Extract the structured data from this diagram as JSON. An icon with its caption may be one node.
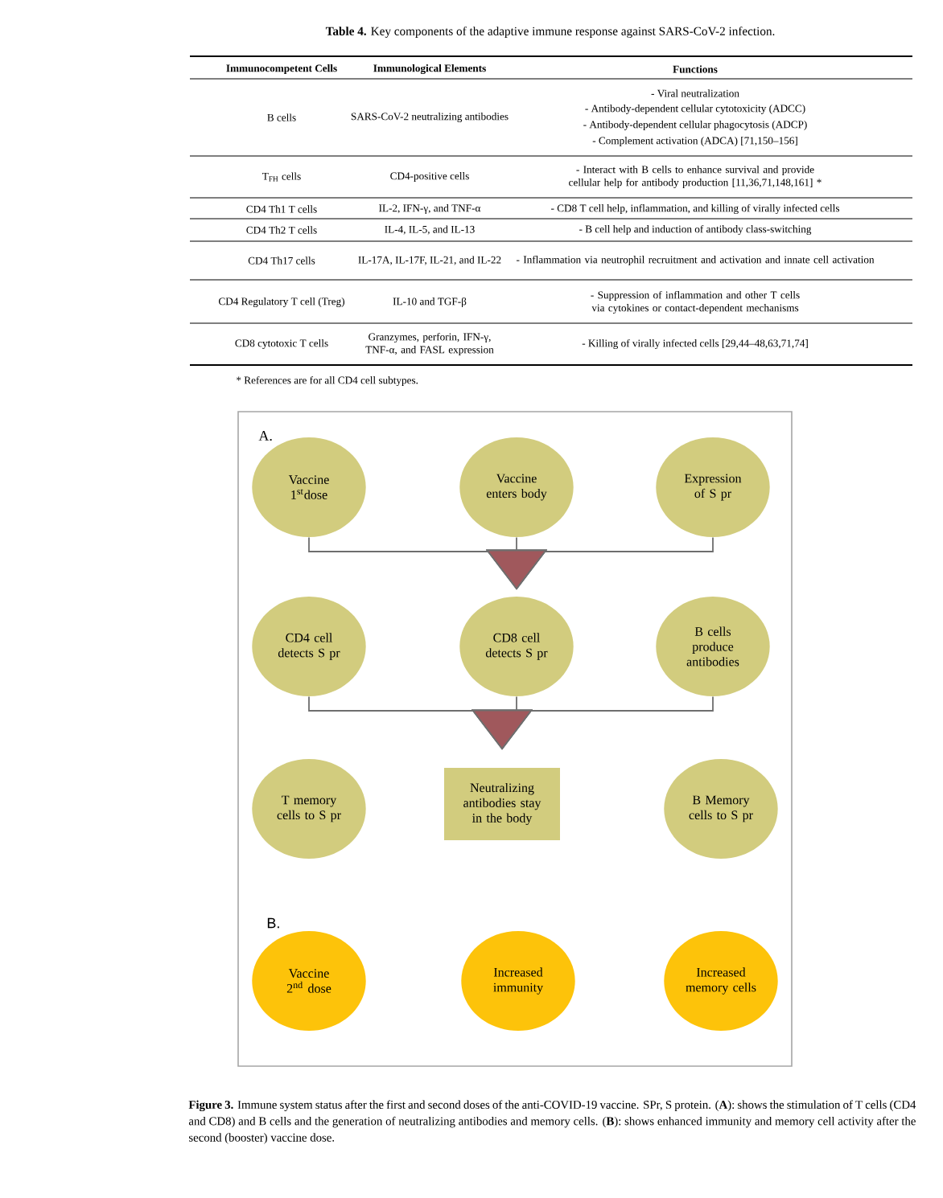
{
  "diagram": {
    "title": "**Table 4.** Key components of the adaptive immune response against SARS-CoV-2 infection.",
    "caption": "**Figure 3.** Immune system status after the first and second doses of the anti-COVID-19 vaccine. SPr, S protein. (**A**): shows the stimulation of T cells (CD4 and CD8) and B cells and the generation of neutralizing antibodies and memory cells. (**B**): shows enhanced immunity and memory cell activity after the second (booster) vaccine dose.",
    "nodes": [
      {
        "text": [
          "Vaccine 1$^{st}$dose"
        ]
      },
      {
        "text": [
          "Vaccine enters body"
        ]
      },
      {
        "text": [
          "Expression of S pr"
        ]
      },
      {
        "text": [
          "CD4 cell detects S pr"
        ]
      },
      {
        "text": [
          "CD8 cell detects S pr"
        ]
      },
      {
        "text": [
          "B cells produce antibodies"
        ]
      },
      {
        "text": [
          "T memory cells to S pr"
        ]
      },
      {
        "text": [
          "Neutralizing antibodies stay in the body"
        ]
      },
      {
        "text": [
          "B Memory cells to S pr"
        ]
      },
      {
        "text": [
          "Vaccine 2$^{nd}$ dose"
        ]
      },
      {
        "text": [
          "Increased immunity"
        ]
      },
      {
        "text": [
          "Increased memory cells"
        ]
      }
    ],
    "edges": [
      {
        "from": 0,
        "to": 4,
        "arrow": "to"
      },
      {
        "from": 1,
        "to": 4,
        "arrow": "to"
      },
      {
        "from": 2,
        "to": 4,
        "arrow": "to"
      },
      {
        "from": 3,
        "to": 7,
        "arrow": "to"
      },
      {
        "from": 4,
        "to": 7,
        "arrow": "to"
      },
      {
        "from": 5,
        "to": 7,
        "arrow": "to"
      }
    ],
    "labels": [
      "Immunocompetent Cells",
      "Immunological Elements",
      "Functions",
      "B cells",
      "SARS-CoV-2 neutralizing antibodies",
      "- Viral neutralization",
      "- Antibody-dependent cellular cytotoxicity (ADCC)",
      "- Antibody-dependent cellular phagocytosis (ADCP)",
      "- Complement activation (ADCA) [71,150–156]",
      "T$_{FH}$ cells",
      "CD4-positive cells",
      "- Interact with B cells to enhance survival and provide cellular help for antibody production [11,36,71,148,161] *",
      "CD4 Th1 T cells",
      "IL-2, IFN-γ, and TNF-α",
      "- CD8 T cell help, inflammation, and killing of virally infected cells",
      "CD4 Th2 T cells",
      "IL-4, IL-5, and IL-13",
      "- B cell help and induction of antibody class-switching",
      "CD4 Th17 cells",
      "IL-17A, IL-17F, IL-21, and IL-22",
      "- Inflammation via neutrophil recruitment and activation and innate cell activation",
      "CD4 Regulatory T cell (Treg)",
      "IL-10 and TGF-β",
      "- Suppression of inflammation and other T cells via cytokines or contact-dependent mechanisms",
      "CD8 cytotoxic T cells",
      "Granzymes, perforin, IFN-γ, TNF-α, and FASL expression",
      "- Killing of virally infected cells [29,44–48,63,71,74]",
      "* References are for all CD4 cell subtypes.",
      "A.",
      "B."
    ]
  }
}
